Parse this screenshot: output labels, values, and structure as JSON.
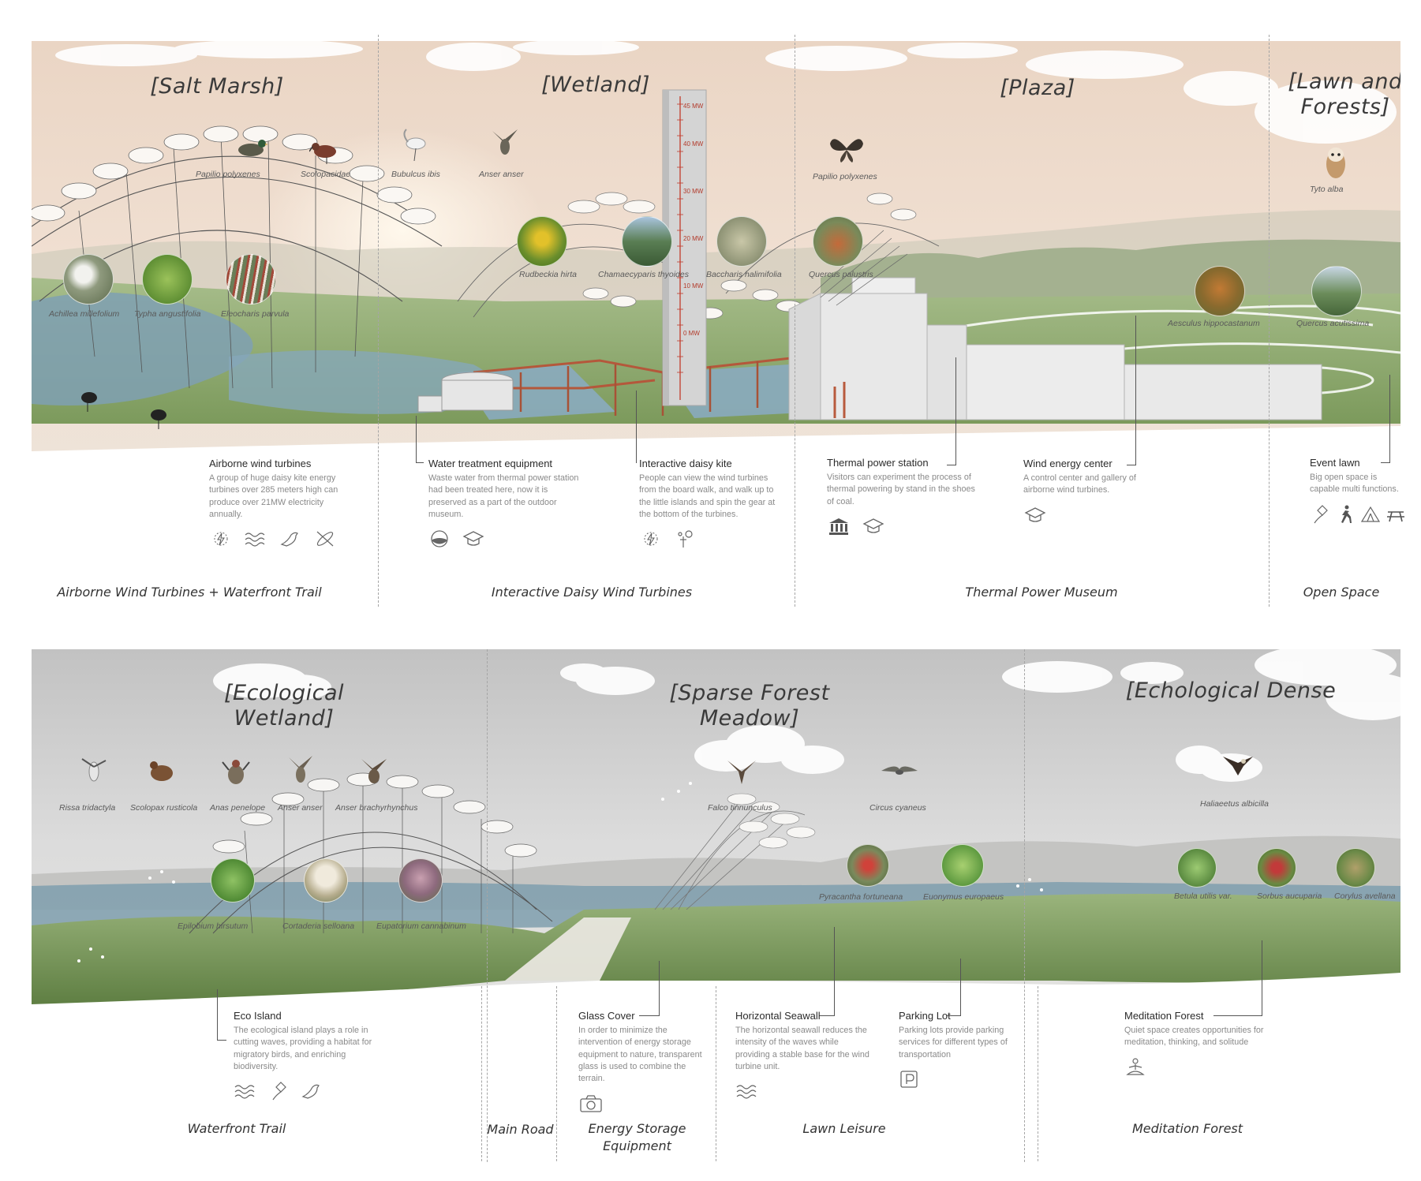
{
  "top_section": {
    "zones": [
      {
        "title": "[Salt Marsh]",
        "label": "Airborne Wind Turbines + Waterfront Trail"
      },
      {
        "title": "[Wetland]",
        "label": "Interactive Daisy Wind Turbines"
      },
      {
        "title": "[Plaza]",
        "label": "Thermal Power Museum"
      },
      {
        "title": "[Lawn and Forests]",
        "label": "Open Space"
      }
    ],
    "birds": [
      "Papilio polyxenes",
      "Scolopacidae",
      "Bubulcus ibis",
      "Anser anser",
      "Papilio polyxenes",
      "Tyto alba"
    ],
    "plants": [
      "Achillea millefolium",
      "Typha angustifolia",
      "Eleocharis parvula",
      "Rudbeckia hirta",
      "Chamaecyparis thyoides",
      "Baccharis halimifolia",
      "Quercus palustris",
      "Aesculus hippocastanum",
      "Quercus acutissima"
    ],
    "tower_scale": [
      "45 MW",
      "40 MW",
      "30 MW",
      "20 MW",
      "10 MW",
      "0 MW"
    ],
    "annotations": [
      {
        "title": "Airborne wind turbines",
        "desc": "A group of huge daisy kite energy turbines over 285 meters high can produce over 21MW electricity annually.",
        "icons": [
          "energy-icon",
          "waves-icon",
          "bird-icon",
          "kayak-icon"
        ]
      },
      {
        "title": "Water treatment equipment",
        "desc": "Waste water from thermal power station had been treated here, now it is preserved as a part of the outdoor museum.",
        "icons": [
          "water-icon",
          "education-icon"
        ]
      },
      {
        "title": "Interactive daisy kite",
        "desc": "People can view the wind turbines from the board walk, and walk up to the little islands and spin the gear at the bottom of the turbines.",
        "icons": [
          "energy-icon",
          "interaction-icon"
        ]
      },
      {
        "title": "Thermal power station",
        "desc": "Visitors can experiment the process of thermal powering by stand in the shoes of coal.",
        "icons": [
          "museum-icon",
          "education-icon"
        ]
      },
      {
        "title": "Wind energy center",
        "desc": "A control center and gallery of airborne wind turbines.",
        "icons": [
          "education-icon"
        ]
      },
      {
        "title": "Event lawn",
        "desc": "Big open space is capable multi functions.",
        "icons": [
          "kite-icon",
          "running-icon",
          "tent-icon",
          "picnic-icon"
        ]
      }
    ]
  },
  "bottom_section": {
    "zones": [
      {
        "title": "[Ecological Wetland]"
      },
      {
        "title": "[Sparse Forest Meadow]"
      },
      {
        "title": "[Echological Dense"
      }
    ],
    "labels": [
      "Waterfront Trail",
      "Main Road",
      "Energy  Storage Equipment",
      "Lawn Leisure",
      "Meditation Forest"
    ],
    "birds": [
      "Rissa tridactyla",
      "Scolopax rusticola",
      "Anas penelope",
      "Anser anser",
      "Anser brachyrhynchus",
      "Falco tinnunculus",
      "Circus cyaneus",
      "Haliaeetus albicilla"
    ],
    "plants": [
      "Epilobium hirsutum",
      "Cortaderia selloana",
      "Eupatorium cannabinum",
      "Pyracantha fortuneana",
      "Euonymus europaeus",
      "Betula utilis var.",
      "Sorbus aucuparia",
      "Corylus avellana"
    ],
    "annotations": [
      {
        "title": "Eco Island",
        "desc": "The ecological island plays a role in cutting waves, providing a habitat for migratory birds, and enriching biodiversity.",
        "icons": [
          "waves-icon",
          "kite-icon",
          "bird-icon"
        ]
      },
      {
        "title": "Glass Cover",
        "desc": "In order to minimize the intervention of energy storage equipment to nature, transparent glass is used to combine the terrain.",
        "icons": [
          "camera-icon"
        ]
      },
      {
        "title": "Horizontal Seawall",
        "desc": "The horizontal seawall reduces the intensity of the waves while providing a stable base for the wind turbine unit.",
        "icons": [
          "waves-icon"
        ]
      },
      {
        "title": "Parking Lot",
        "desc": "Parking lots provide parking services for different types of transportation",
        "icons": [
          "parking-icon"
        ]
      },
      {
        "title": "Meditation Forest",
        "desc": "Quiet space creates opportunities for meditation, thinking, and solitude",
        "icons": [
          "meditation-icon"
        ]
      }
    ]
  },
  "colors": {
    "sky_top": "#ecd9c9",
    "sky_bottom": "#f3e4d8",
    "sky_grey": "#c9c9c9",
    "grass": "#8fae6a",
    "water": "#7ea3b8",
    "tower": "#cfcfcf",
    "boardwalk": "#b2573c"
  }
}
